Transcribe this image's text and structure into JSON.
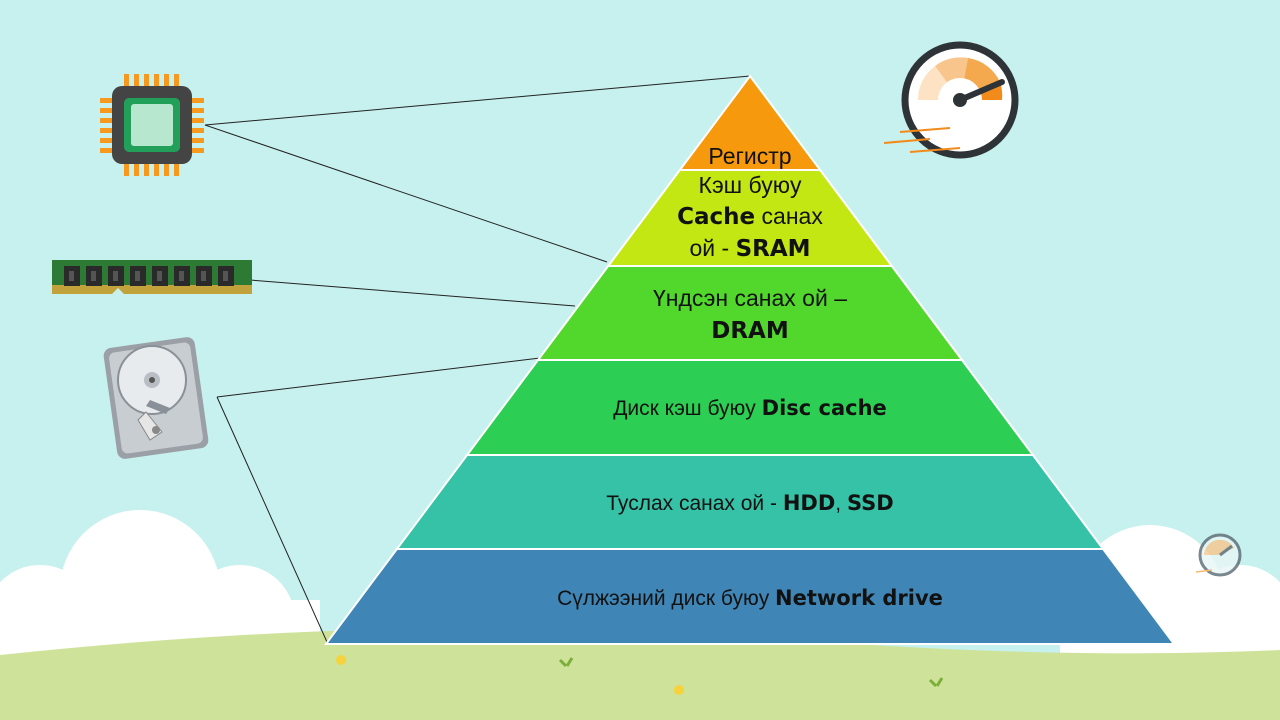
{
  "pyramid": {
    "levels": [
      {
        "id": "register",
        "text": "Регистр",
        "color": "#f7990c"
      },
      {
        "id": "cache",
        "line1": "Кэш буюу",
        "line2_bold": "Cache",
        "line2": " санах",
        "line3": "ой - ",
        "line3_bold": "SRAM",
        "color": "#c3e712"
      },
      {
        "id": "dram",
        "line1": "Үндсэн санах ой –",
        "line2_bold": "DRAM",
        "color": "#52d82c"
      },
      {
        "id": "disc-cache",
        "text": "Диск кэш буюу ",
        "bold": "Disc cache",
        "color": "#2ccf53"
      },
      {
        "id": "secondary",
        "text": "Туслах санах ой - ",
        "bold": "HDD",
        "comma": ", ",
        "bold2": "SSD",
        "color": "#36c2a6"
      },
      {
        "id": "network",
        "text": "Сүлжээний диск буюу ",
        "bold": "Network drive",
        "color": "#3f85b5"
      }
    ]
  },
  "icons": [
    "cpu-chip-icon",
    "ram-module-icon",
    "hard-disk-icon",
    "speedometer-icon",
    "small-speedometer-icon"
  ],
  "colors": {
    "sky": "#c6f1ee",
    "grass": "#cfe29a",
    "cloud": "#ffffff"
  }
}
